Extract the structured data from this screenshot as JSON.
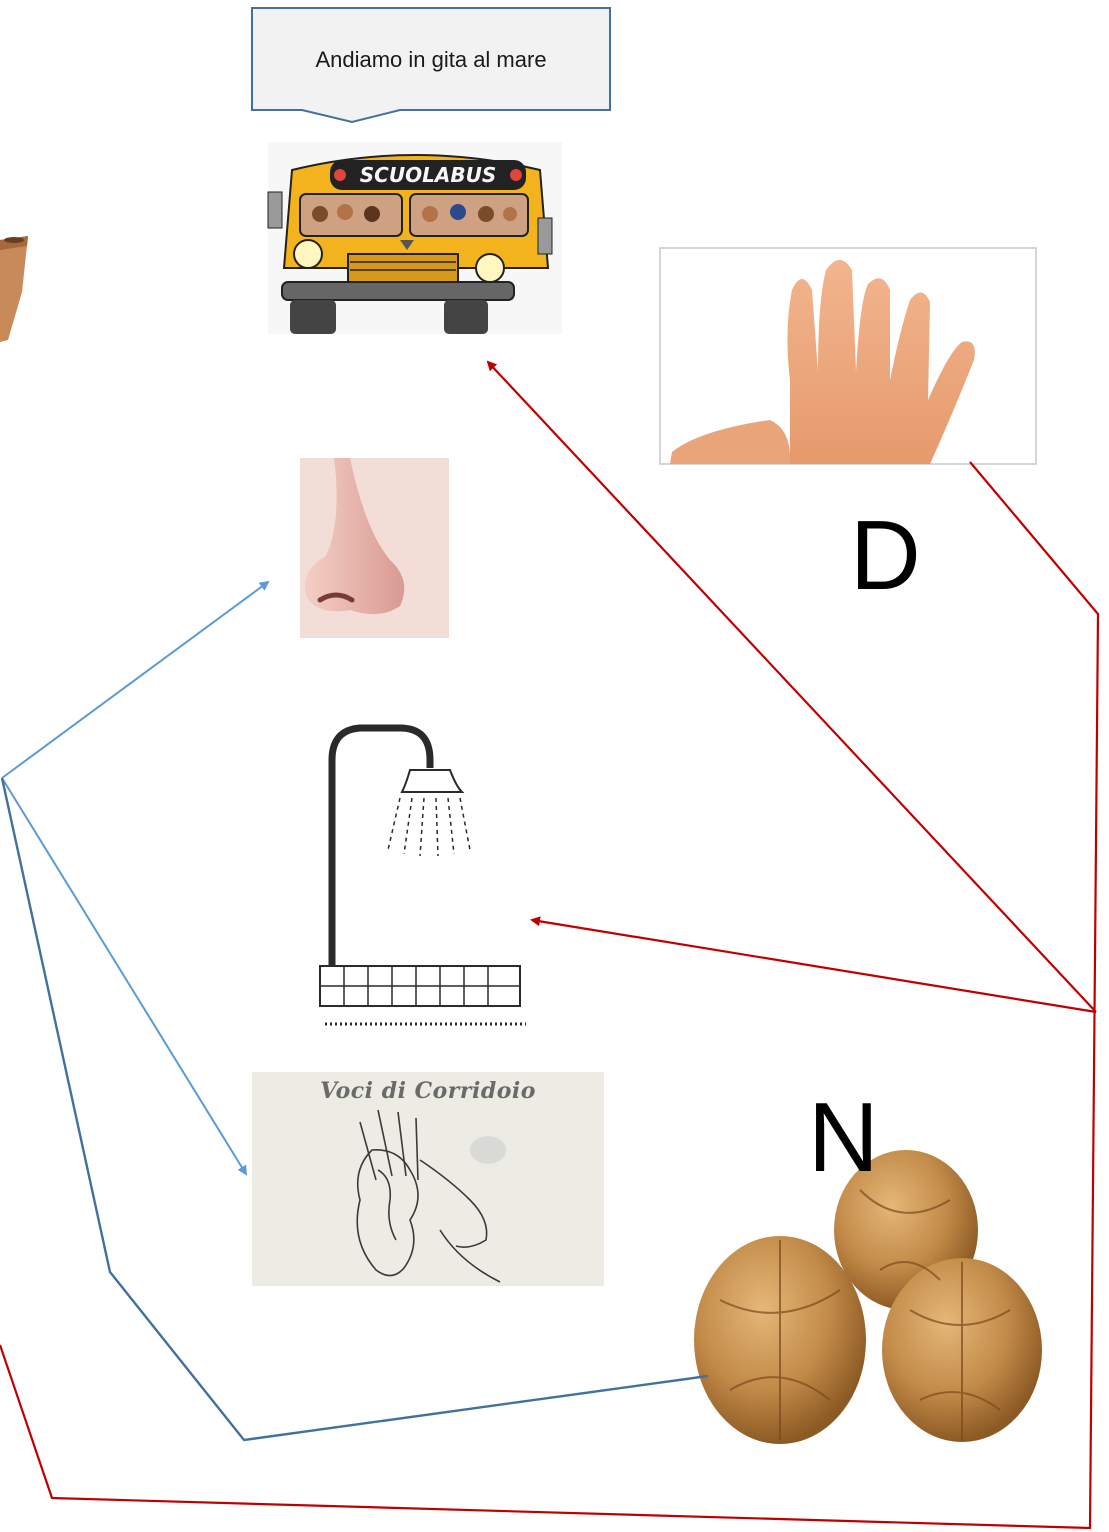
{
  "callout": {
    "text": "Andiamo in gita al mare"
  },
  "bus": {
    "sign": "SCUOLABUS"
  },
  "letters": {
    "d": "D",
    "n": "N"
  },
  "ear_image": {
    "title": "Voci di Corridoio"
  },
  "icons": [
    "flowerpot-icon",
    "school-bus-icon",
    "hand-icon",
    "nose-icon",
    "shower-icon",
    "ear-icon",
    "walnuts-icon"
  ],
  "colors": {
    "red_connector": "#c00000",
    "blue_connector": "#5b9bd5",
    "dark_blue_connector": "#41719c",
    "bus_yellow": "#f2b31d"
  }
}
